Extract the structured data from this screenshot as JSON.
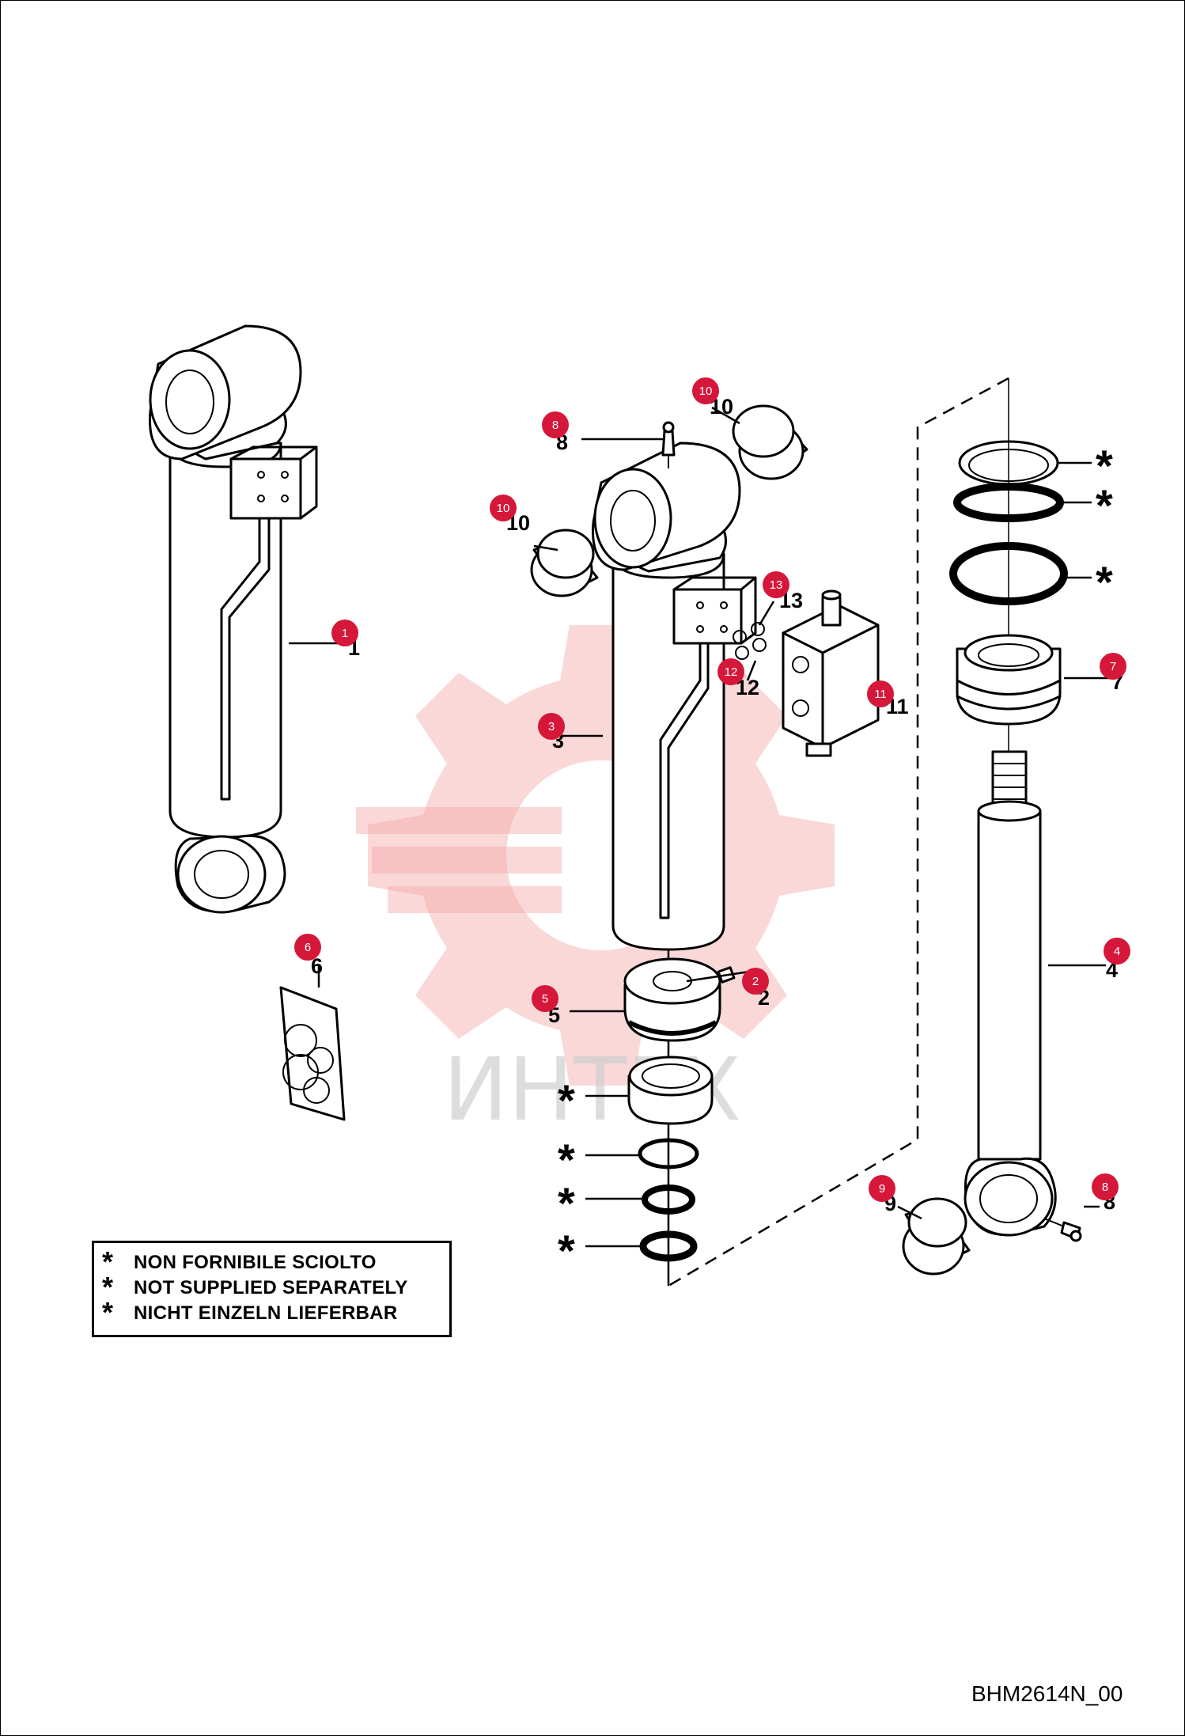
{
  "drawing_code": "BHM2614N_00",
  "watermark_text": "ИНТЕХ",
  "asterisk": "*",
  "legend": {
    "rows": [
      {
        "star": "*",
        "text": "NON FORNIBILE SCIOLTO"
      },
      {
        "star": "*",
        "text": "NOT SUPPLIED SEPARATELY"
      },
      {
        "star": "*",
        "text": "NICHT EINZELN LIEFERBAR"
      }
    ]
  },
  "callouts": [
    {
      "id": "1",
      "label": "1",
      "badge": "1"
    },
    {
      "id": "2",
      "label": "2",
      "badge": "2"
    },
    {
      "id": "3",
      "label": "3",
      "badge": "3"
    },
    {
      "id": "4",
      "label": "4",
      "badge": "4"
    },
    {
      "id": "5",
      "label": "5",
      "badge": "5"
    },
    {
      "id": "6",
      "label": "6",
      "badge": "6"
    },
    {
      "id": "7",
      "label": "7",
      "badge": "7"
    },
    {
      "id": "8a",
      "label": "8",
      "badge": "8"
    },
    {
      "id": "8b",
      "label": "8",
      "badge": "8"
    },
    {
      "id": "9",
      "label": "9",
      "badge": "9"
    },
    {
      "id": "10a",
      "label": "10",
      "badge": "10"
    },
    {
      "id": "10b",
      "label": "10",
      "badge": "10"
    },
    {
      "id": "11",
      "label": "11",
      "badge": "11"
    },
    {
      "id": "12",
      "label": "12",
      "badge": "12"
    },
    {
      "id": "13",
      "label": "13",
      "badge": "13"
    }
  ],
  "colors": {
    "badge": "#d5173a",
    "line": "#000000",
    "watermark": "#f4a8a8"
  }
}
